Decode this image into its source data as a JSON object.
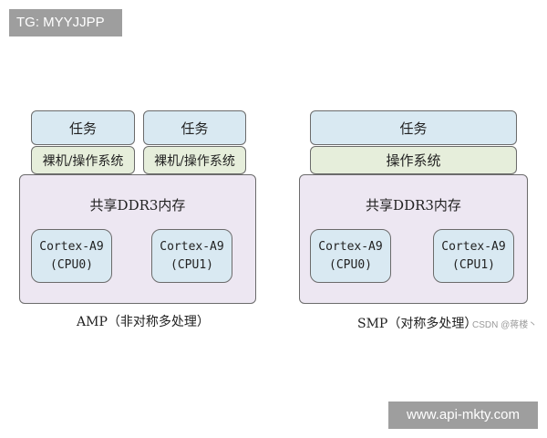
{
  "watermark_top": "TG: MYYJJPP",
  "watermark_bottom": "www.api-mkty.com",
  "amp": {
    "task_left": "任务",
    "task_right": "任务",
    "os_left": "裸机/操作系统",
    "os_right": "裸机/操作系统",
    "memory": "共享DDR3内存",
    "cpu0_name": "Cortex-A9",
    "cpu0_id": "(CPU0)",
    "cpu1_name": "Cortex-A9",
    "cpu1_id": "(CPU1)",
    "caption": "AMP（非对称多处理）"
  },
  "smp": {
    "task": "任务",
    "os": "操作系统",
    "memory": "共享DDR3内存",
    "cpu0_name": "Cortex-A9",
    "cpu0_id": "(CPU0)",
    "cpu1_name": "Cortex-A9",
    "cpu1_id": "(CPU1)",
    "caption": "SMP（对称多处理）"
  },
  "credit": "CSDN @蒋楼丶",
  "colors": {
    "task_fill": "#d9e9f2",
    "os_fill": "#e6eedb",
    "memory_fill": "#ede7f2",
    "border": "#6b6b6b",
    "badge": "#9e9e9e"
  }
}
